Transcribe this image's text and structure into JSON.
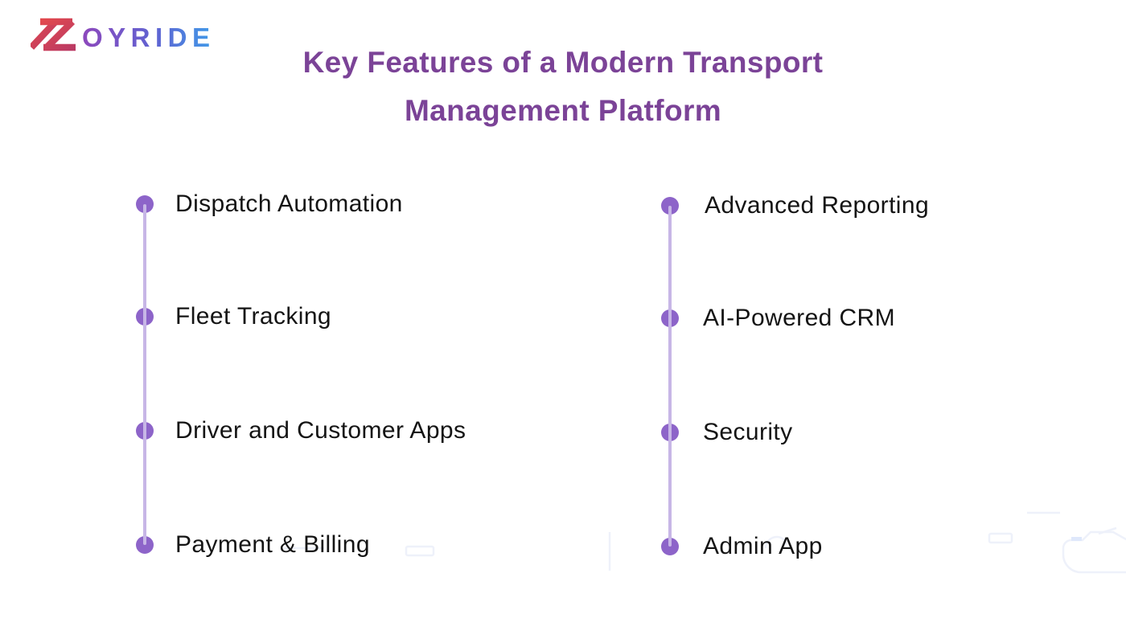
{
  "brand": {
    "name": "ZOYRIDE",
    "logo_z": "Z",
    "logo_rest": "OYRIDE",
    "z_gradient": [
      "#e2494e",
      "#ba3a64"
    ],
    "text_gradient": [
      "#8d48bc",
      "#3f9ce9"
    ]
  },
  "title": {
    "line1": "Key Features of a Modern Transport",
    "line2": "Management Platform",
    "color": "#7b4397"
  },
  "features": {
    "left": [
      "Dispatch Automation",
      "Fleet Tracking",
      "Driver and Customer Apps",
      "Payment & Billing"
    ],
    "right": [
      "Advanced Reporting",
      "AI-Powered CRM",
      "Security",
      "Admin App"
    ]
  },
  "theme": {
    "background": "#ffffff",
    "dot_color": "#8d64c9",
    "line_color": "#c7b6e6",
    "item_text_color": "#141414",
    "title_color": "#7b4397"
  }
}
